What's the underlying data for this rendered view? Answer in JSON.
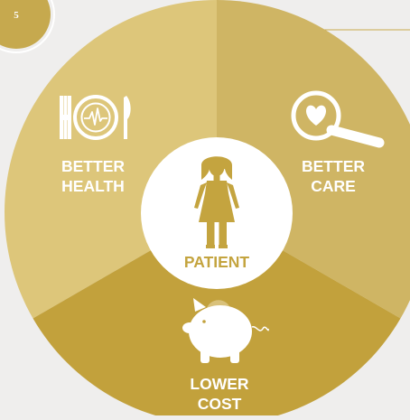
{
  "badge": {
    "number": "5"
  },
  "segments": {
    "health": {
      "line1": "BETTER",
      "line2": "HEALTH",
      "icon": "plate-heartbeat-icon"
    },
    "care": {
      "line1": "BETTER",
      "line2": "CARE",
      "icon": "magnifier-heart-icon"
    },
    "cost": {
      "line1": "LOWER",
      "line2": "COST",
      "icon": "piggy-bank-icon"
    }
  },
  "center": {
    "label": "PATIENT",
    "icon": "woman-figure-icon"
  },
  "colors": {
    "background": "#efeeed",
    "health_segment": "#ddc67a",
    "care_segment": "#cfb564",
    "cost_segment": "#c2a13c",
    "badge": "#c6a94e",
    "center_circle": "#ffffff",
    "accent_text": "#c4a43f",
    "divider": "#c9a94d"
  }
}
